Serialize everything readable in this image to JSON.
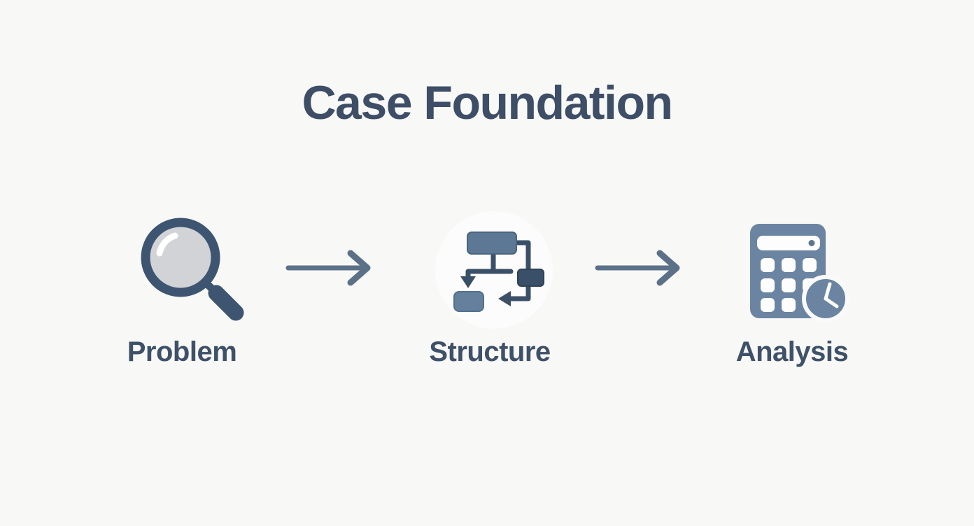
{
  "title": "Case Foundation",
  "stages": [
    {
      "label": "Problem",
      "icon": "magnifier-icon"
    },
    {
      "label": "Structure",
      "icon": "flowchart-icon"
    },
    {
      "label": "Analysis",
      "icon": "calculator-clock-icon"
    }
  ],
  "arrows": [
    {
      "from": "Problem",
      "to": "Structure",
      "direction": "right"
    },
    {
      "from": "Structure",
      "to": "Analysis",
      "direction": "right"
    }
  ],
  "colors": {
    "background": "#f8f8f7",
    "title-text": "#3d4e66",
    "label-text": "#3e5168",
    "arrow": "#5b7187",
    "icon-dark": "#3a4f68",
    "icon-ring": "#3d5570",
    "icon-medium": "#5d7894",
    "icon-muted": "#64809c",
    "icon-light": "#6b84a1",
    "lens-gray": "#d2d3d6",
    "halo": "#fcfcfd",
    "white": "#fdfdfd"
  }
}
